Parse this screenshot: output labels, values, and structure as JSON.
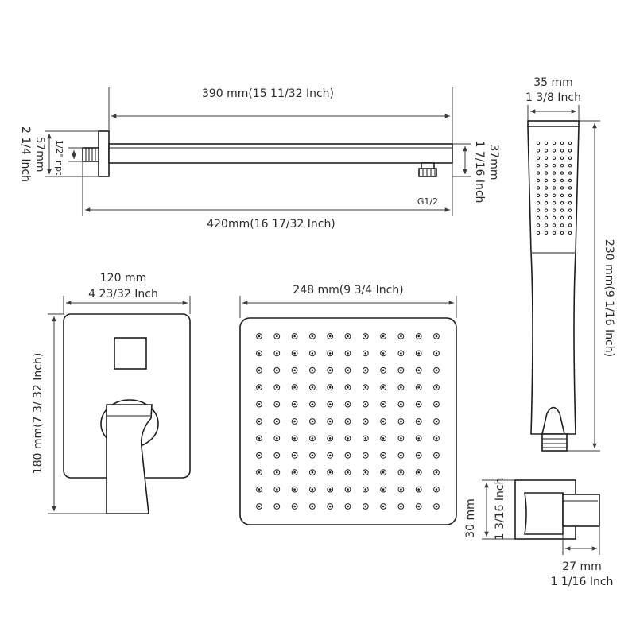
{
  "arm": {
    "length_outer": "420mm(16 17/32 Inch)",
    "length_inner": "390 mm(15 11/32 Inch)",
    "flange_height_mm": "57mm",
    "flange_height_in": "2 1/4 Inch",
    "thread_top": "1/2\" npt",
    "thread_bottom": "G1/2",
    "tube_height_mm": "37mm",
    "tube_height_in": "1 7/16 Inch"
  },
  "valve": {
    "width_mm": "120 mm",
    "width_in": "4 23/32 Inch",
    "height": "180 mm(7 3/ 32 Inch)"
  },
  "shower_head": {
    "width": "248 mm(9 3/4 Inch)",
    "nozzle_rows": 11,
    "nozzle_cols": 11
  },
  "hand_shower": {
    "width_mm": "35 mm",
    "width_in": "1 3/8 Inch",
    "length": "230 mm(9 1/16 Inch)"
  },
  "holder": {
    "height_mm": "30 mm",
    "height_in": "1 3/16 Inch",
    "depth_mm": "27 mm",
    "depth_in": "1 1/16 Inch"
  },
  "colors": {
    "line": "#1e1e1e",
    "text": "#2a2a2a",
    "background": "#ffffff"
  }
}
